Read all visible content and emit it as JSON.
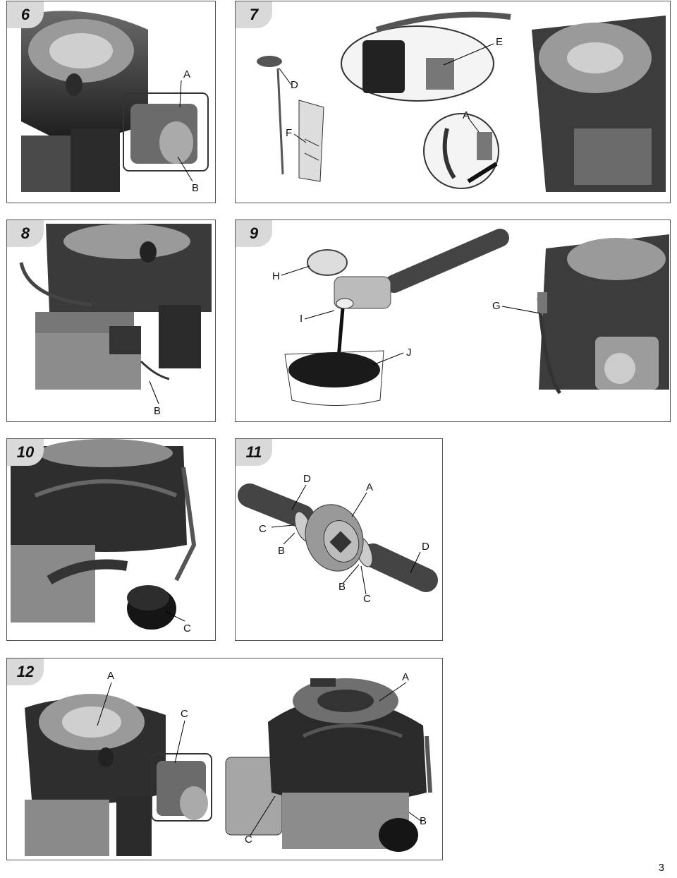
{
  "page_number": "3",
  "panels": [
    {
      "number": "6",
      "labels": [
        "A",
        "B"
      ]
    },
    {
      "number": "7",
      "labels": [
        "D",
        "F",
        "E",
        "A"
      ]
    },
    {
      "number": "8",
      "labels": [
        "B"
      ]
    },
    {
      "number": "9",
      "labels": [
        "H",
        "I",
        "G",
        "J"
      ]
    },
    {
      "number": "10",
      "labels": [
        "C"
      ]
    },
    {
      "number": "11",
      "labels": [
        "D",
        "A",
        "C",
        "B",
        "D",
        "B",
        "C"
      ]
    },
    {
      "number": "12",
      "labels": [
        "A",
        "C",
        "A",
        "B",
        "C"
      ]
    }
  ]
}
